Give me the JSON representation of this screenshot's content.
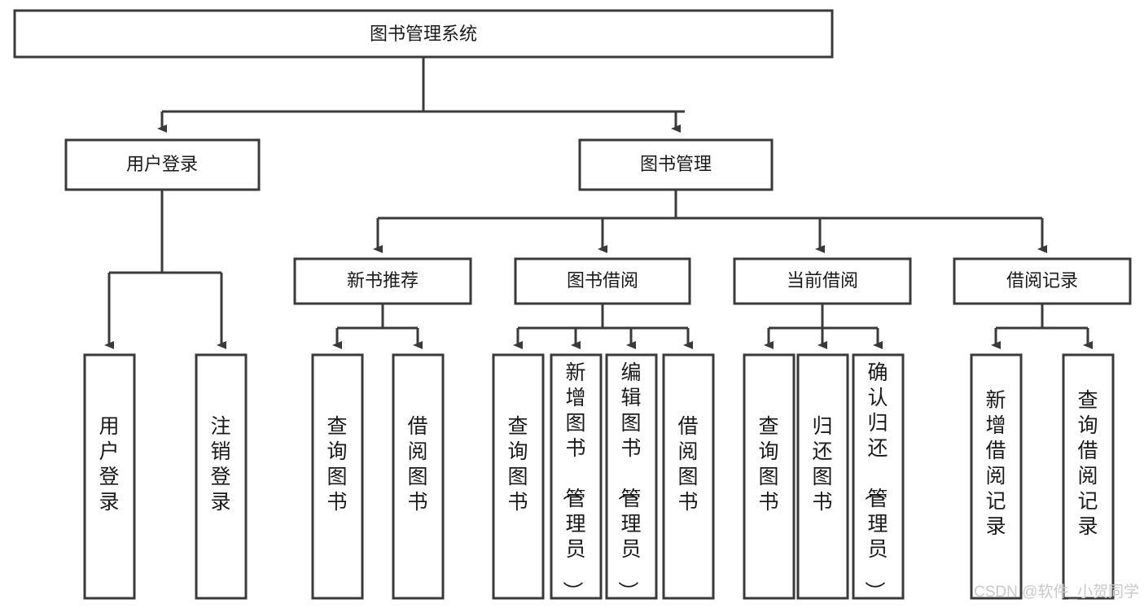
{
  "diagram": {
    "type": "tree",
    "title": "图书管理系统",
    "orientation": "top-down",
    "root": {
      "id": "root",
      "label": "图书管理系统"
    },
    "level1": [
      {
        "id": "user-login",
        "label": "用户登录"
      },
      {
        "id": "book-manage",
        "label": "图书管理"
      }
    ],
    "level2": [
      {
        "id": "new-book-recommend",
        "label": "新书推荐",
        "parent": "book-manage"
      },
      {
        "id": "book-borrow",
        "label": "图书借阅",
        "parent": "book-manage"
      },
      {
        "id": "current-borrow",
        "label": "当前借阅",
        "parent": "book-manage"
      },
      {
        "id": "borrow-record",
        "label": "借阅记录",
        "parent": "book-manage"
      }
    ],
    "leaves": [
      {
        "id": "leaf-user-login",
        "label": "用户登录",
        "parent": "user-login"
      },
      {
        "id": "leaf-user-logout",
        "label": "注销登录",
        "parent": "user-login"
      },
      {
        "id": "leaf-query-book-1",
        "label": "查询图书",
        "parent": "new-book-recommend"
      },
      {
        "id": "leaf-borrow-book-1",
        "label": "借阅图书",
        "parent": "new-book-recommend"
      },
      {
        "id": "leaf-query-book-2",
        "label": "查询图书",
        "parent": "book-borrow"
      },
      {
        "id": "leaf-add-book",
        "label": "新增图书（管理员）",
        "parent": "book-borrow"
      },
      {
        "id": "leaf-edit-book",
        "label": "编辑图书（管理员）",
        "parent": "book-borrow"
      },
      {
        "id": "leaf-borrow-book-2",
        "label": "借阅图书",
        "parent": "book-borrow"
      },
      {
        "id": "leaf-query-book-3",
        "label": "查询图书",
        "parent": "current-borrow"
      },
      {
        "id": "leaf-return-book",
        "label": "归还图书",
        "parent": "current-borrow"
      },
      {
        "id": "leaf-confirm-return",
        "label": "确认归还（管理员）",
        "parent": "current-borrow"
      },
      {
        "id": "leaf-add-record",
        "label": "新增借阅记录",
        "parent": "borrow-record"
      },
      {
        "id": "leaf-query-record",
        "label": "查询借阅记录",
        "parent": "borrow-record"
      }
    ]
  },
  "watermark": {
    "text": "CSDN @软件_小贺同学"
  },
  "colors": {
    "stroke": "#3a3a3a",
    "fill": "#ffffff",
    "text": "#1a1a1a",
    "watermark": "#c9c9c9"
  }
}
